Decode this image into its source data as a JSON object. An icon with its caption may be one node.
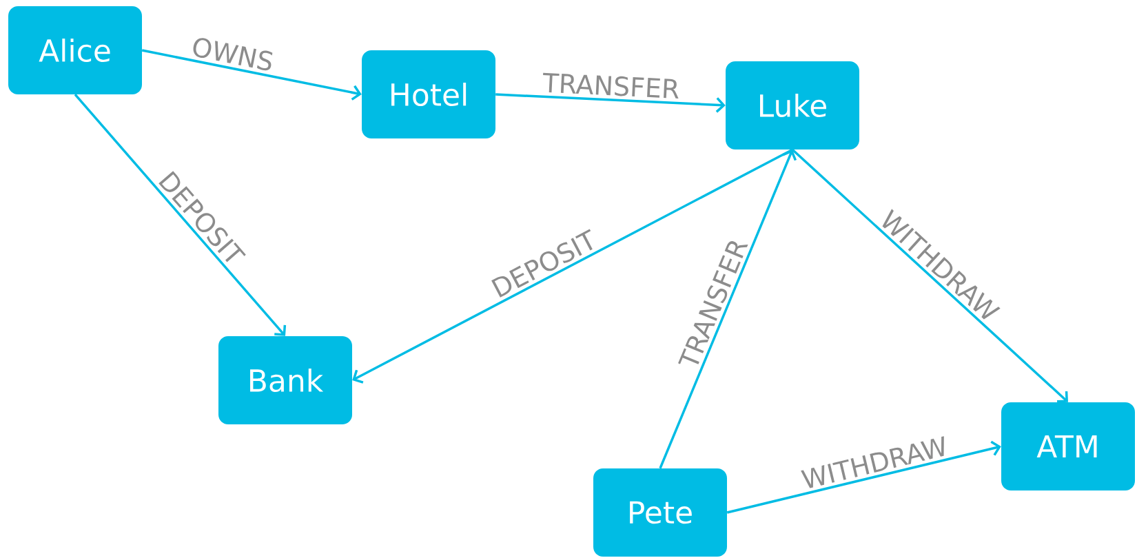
{
  "diagram": {
    "nodes": [
      {
        "text": [
          "Alice"
        ]
      },
      {
        "text": [
          "Hotel"
        ]
      },
      {
        "text": [
          "Luke"
        ]
      },
      {
        "text": [
          "Bank"
        ]
      },
      {
        "text": [
          "Pete"
        ]
      },
      {
        "text": [
          "ATM"
        ]
      }
    ],
    "edges": [
      {
        "from": 0,
        "to": 1,
        "arrow": "to",
        "label": "OWNS"
      },
      {
        "from": 1,
        "to": 2,
        "arrow": "to",
        "label": "TRANSFER"
      },
      {
        "from": 0,
        "to": 3,
        "arrow": "to",
        "label": "DEPOSIT"
      },
      {
        "from": 2,
        "to": 3,
        "arrow": "to",
        "label": "DEPOSIT"
      },
      {
        "from": 4,
        "to": 2,
        "arrow": "to",
        "label": "TRANSFER"
      },
      {
        "from": 2,
        "to": 5,
        "arrow": "to",
        "label": "WITHDRAW"
      },
      {
        "from": 4,
        "to": 5,
        "arrow": "to",
        "label": "WITHDRAW"
      }
    ]
  }
}
